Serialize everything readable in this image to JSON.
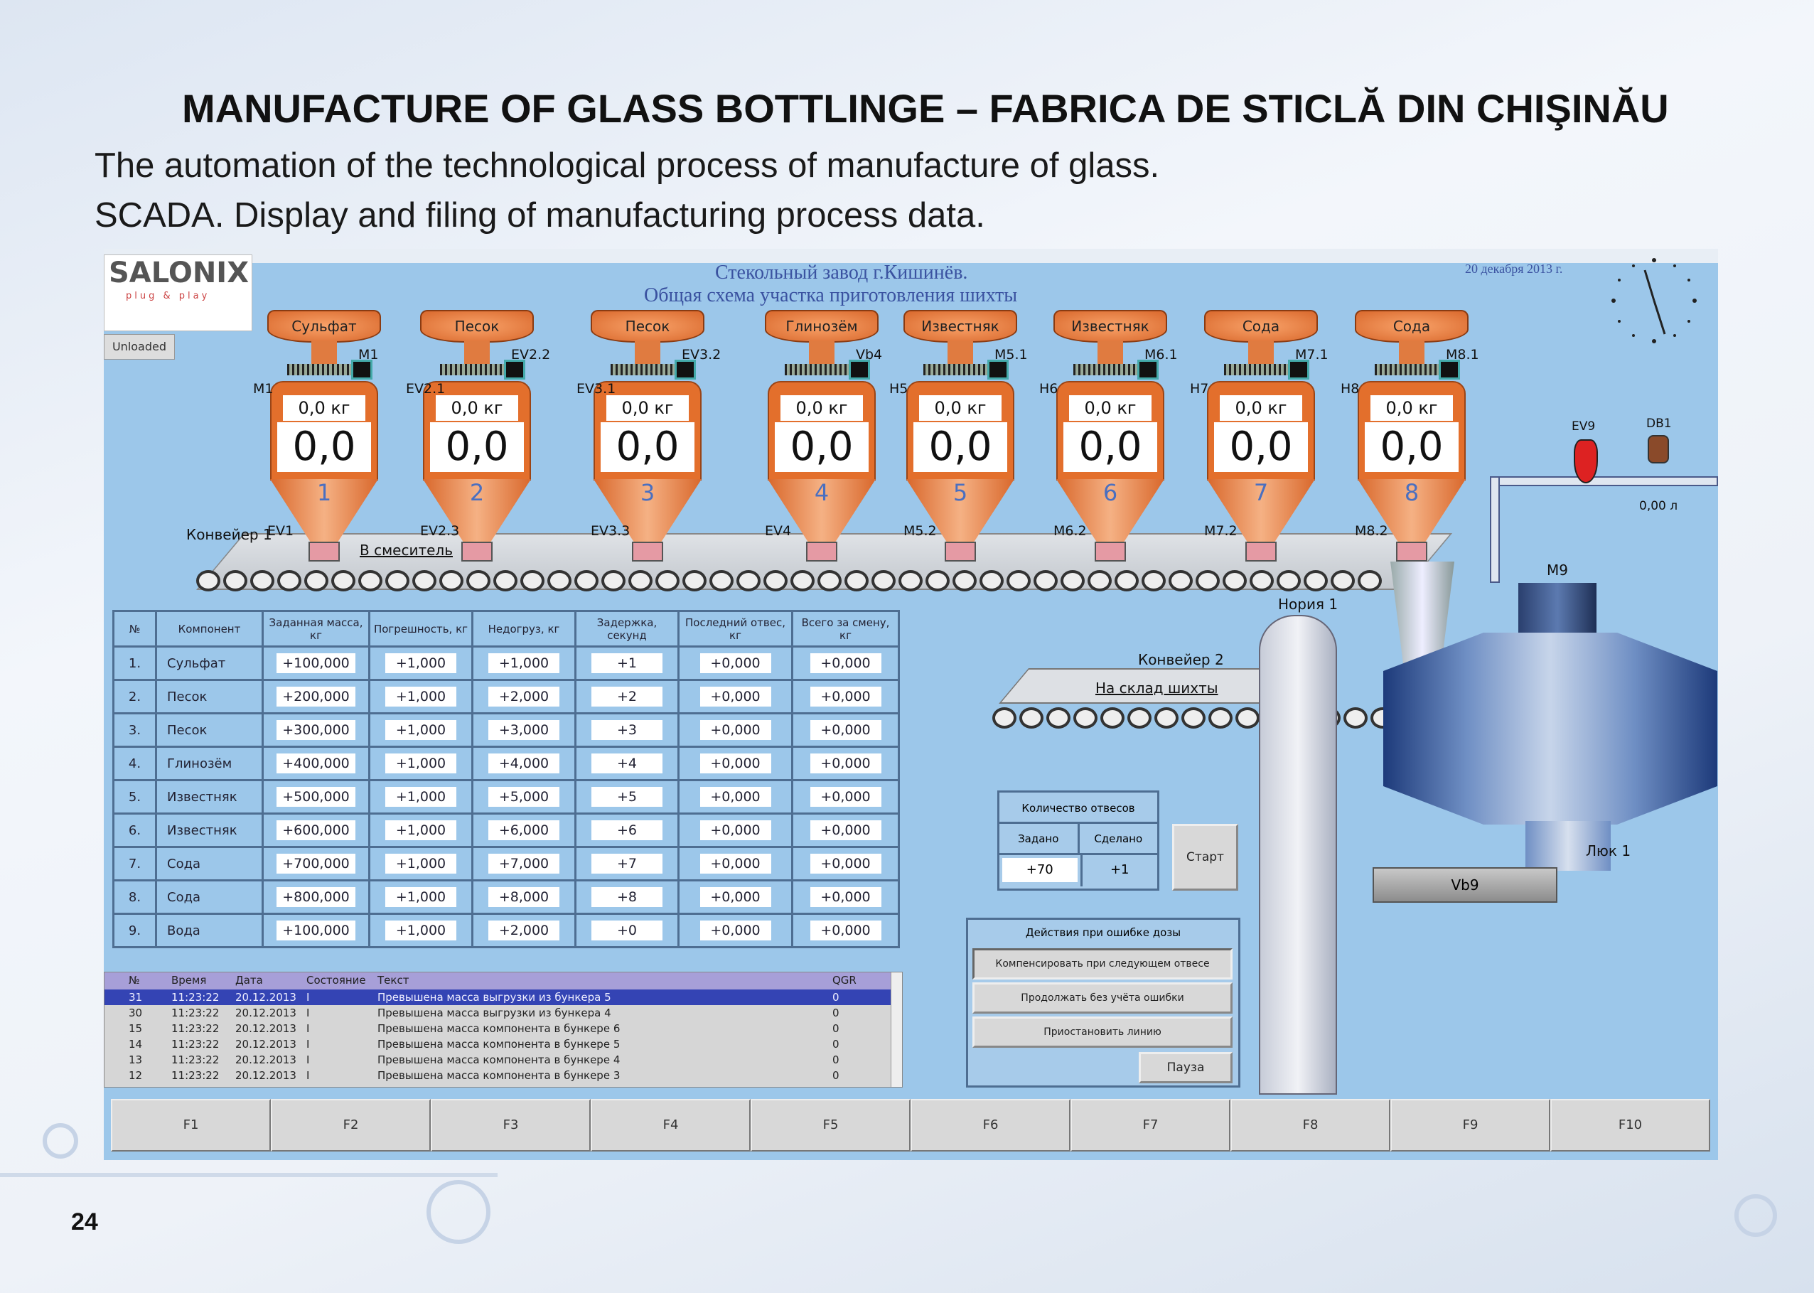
{
  "page": {
    "title": "MANUFACTURE OF GLASS  BOTTLINGE – FABRICA DE STICLĂ DIN CHIŞINĂU",
    "line1": "The automation of the technological process of manufacture of glass.",
    "line2": "SCADA. Display and filing of manufacturing process data.",
    "page_number": "24"
  },
  "scada": {
    "logo": "SALONIX",
    "logo_tag": "plug & play",
    "unloaded": "Unloaded",
    "plant_title": "Стекольный завод г.Кишинёв.",
    "scheme_title": "Общая схема участка приготовления шихты",
    "date": "20 декабря 2013 г.",
    "hoppers": [
      {
        "name": "Сульфат",
        "kg": "0,0 кг",
        "value": "0,0",
        "num": "1",
        "top_tag": "M1",
        "in_valve": "M1",
        "out_valve": "EV1"
      },
      {
        "name": "Песок",
        "kg": "0,0 кг",
        "value": "0,0",
        "num": "2",
        "top_tag": "EV2.2",
        "in_valve": "EV2.1",
        "out_valve": "EV2.3"
      },
      {
        "name": "Песок",
        "kg": "0,0 кг",
        "value": "0,0",
        "num": "3",
        "top_tag": "EV3.2",
        "in_valve": "EV3.1",
        "out_valve": "EV3.3"
      },
      {
        "name": "Глинозём",
        "kg": "0,0 кг",
        "value": "0,0",
        "num": "4",
        "top_tag": "Vb4",
        "in_valve": "",
        "out_valve": "EV4"
      },
      {
        "name": "Известняк",
        "kg": "0,0 кг",
        "value": "0,0",
        "num": "5",
        "top_tag": "M5.1",
        "in_valve": "H5",
        "out_valve": "M5.2"
      },
      {
        "name": "Известняк",
        "kg": "0,0 кг",
        "value": "0,0",
        "num": "6",
        "top_tag": "M6.1",
        "in_valve": "H6",
        "out_valve": "M6.2"
      },
      {
        "name": "Сода",
        "kg": "0,0 кг",
        "value": "0,0",
        "num": "7",
        "top_tag": "M7.1",
        "in_valve": "H7",
        "out_valve": "M7.2"
      },
      {
        "name": "Сода",
        "kg": "0,0 кг",
        "value": "0,0",
        "num": "8",
        "top_tag": "M8.1",
        "in_valve": "H8",
        "out_valve": "M8.2"
      }
    ],
    "conveyor1": "Конвейер 1",
    "to_mixer": "В смеситель",
    "conveyor2": "Конвейер 2",
    "to_storage": "На склад шихты",
    "elevator": "Нория 1",
    "mixer_motor": "M9",
    "hatch": "Люк 1",
    "vibrator": "Vb9",
    "valve_ev9": "EV9",
    "flowmeter": "DB1",
    "flow_value": "0,00 л",
    "table": {
      "headers": [
        "№",
        "Компонент",
        "Заданная масса, кг",
        "Погрешность, кг",
        "Недогруз, кг",
        "Задержка, секунд",
        "Последний отвес, кг",
        "Всего за смену, кг"
      ],
      "rows": [
        [
          "1.",
          "Сульфат",
          "+100,000",
          "+1,000",
          "+1,000",
          "+1",
          "+0,000",
          "+0,000"
        ],
        [
          "2.",
          "Песок",
          "+200,000",
          "+1,000",
          "+2,000",
          "+2",
          "+0,000",
          "+0,000"
        ],
        [
          "3.",
          "Песок",
          "+300,000",
          "+1,000",
          "+3,000",
          "+3",
          "+0,000",
          "+0,000"
        ],
        [
          "4.",
          "Глинозём",
          "+400,000",
          "+1,000",
          "+4,000",
          "+4",
          "+0,000",
          "+0,000"
        ],
        [
          "5.",
          "Известняк",
          "+500,000",
          "+1,000",
          "+5,000",
          "+5",
          "+0,000",
          "+0,000"
        ],
        [
          "6.",
          "Известняк",
          "+600,000",
          "+1,000",
          "+6,000",
          "+6",
          "+0,000",
          "+0,000"
        ],
        [
          "7.",
          "Сода",
          "+700,000",
          "+1,000",
          "+7,000",
          "+7",
          "+0,000",
          "+0,000"
        ],
        [
          "8.",
          "Сода",
          "+800,000",
          "+1,000",
          "+8,000",
          "+8",
          "+0,000",
          "+0,000"
        ],
        [
          "9.",
          "Вода",
          "+100,000",
          "+1,000",
          "+2,000",
          "+0",
          "+0,000",
          "+0,000"
        ]
      ]
    },
    "log": {
      "headers": [
        "№",
        "Время",
        "Дата",
        "Состояние",
        "Текст",
        "QGR"
      ],
      "rows": [
        [
          "31",
          "11:23:22",
          "20.12.2013",
          "I",
          "Превышена масса выгрузки из бункера 5",
          "0"
        ],
        [
          "30",
          "11:23:22",
          "20.12.2013",
          "I",
          "Превышена масса выгрузки из бункера 4",
          "0"
        ],
        [
          "15",
          "11:23:22",
          "20.12.2013",
          "I",
          "Превышена масса компонента в бункере 6",
          "0"
        ],
        [
          "14",
          "11:23:22",
          "20.12.2013",
          "I",
          "Превышена масса компонента в бункере 5",
          "0"
        ],
        [
          "13",
          "11:23:22",
          "20.12.2013",
          "I",
          "Превышена масса компонента в бункере 4",
          "0"
        ],
        [
          "12",
          "11:23:22",
          "20.12.2013",
          "I",
          "Превышена масса компонента в бункере 3",
          "0"
        ]
      ]
    },
    "batches": {
      "title": "Количество отвесов",
      "set_label": "Задано",
      "done_label": "Сделано",
      "set_value": "+70",
      "done_value": "+1",
      "start": "Старт"
    },
    "errors": {
      "title": "Действия при ошибке дозы",
      "opt1": "Компенсировать при следующем отвесе",
      "opt2": "Продолжать без учёта ошибки",
      "opt3": "Приостановить линию",
      "pause": "Пауза"
    },
    "fkeys": [
      "F1",
      "F2",
      "F3",
      "F4",
      "F5",
      "F6",
      "F7",
      "F8",
      "F9",
      "F10"
    ]
  }
}
